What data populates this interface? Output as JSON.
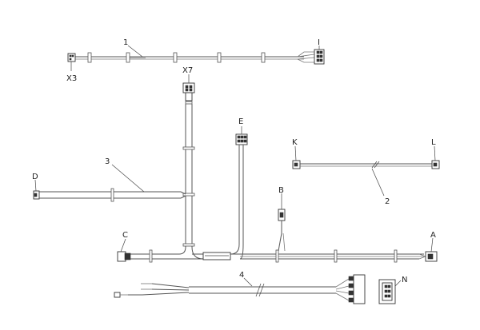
{
  "labels": {
    "harness_1": "1",
    "harness_2": "2",
    "harness_3": "3",
    "harness_4": "4",
    "x3": "X3",
    "i": "I",
    "x7": "X7",
    "e": "E",
    "k": "K",
    "l": "L",
    "d": "D",
    "b": "B",
    "c": "C",
    "a": "A",
    "n": "N"
  }
}
